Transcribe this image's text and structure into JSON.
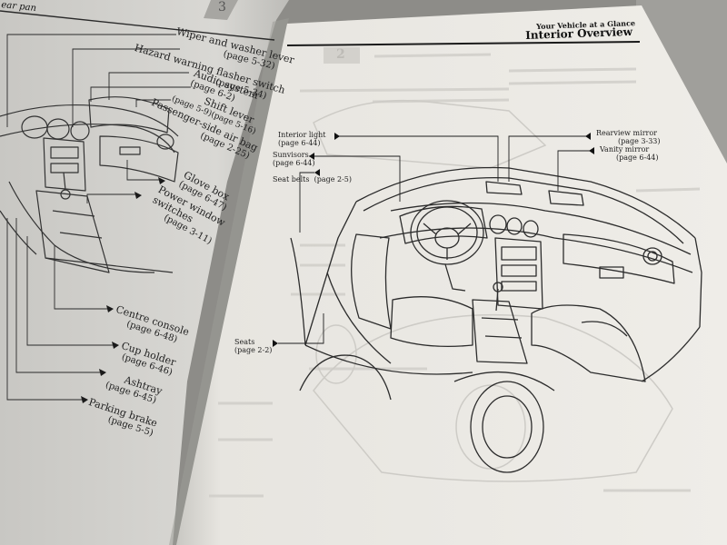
{
  "left_page": {
    "corner_tab": "3",
    "header_fragment": "ear pan",
    "callouts": [
      {
        "name": "Wiper and washer lever",
        "ref": "(page 5-32)"
      },
      {
        "name": "Hazard warning flasher switch",
        "ref": "(page 5-34)"
      },
      {
        "name": "Audio system",
        "ref": "(page 6-2)"
      },
      {
        "name": "Shift lever",
        "ref": "(page 5-9)(page 5-16)"
      },
      {
        "name": "Passenger-side air bag",
        "ref": "(page 2-25)"
      },
      {
        "name": "Glove box",
        "ref": "(page 6-47)"
      },
      {
        "name": "Power window switches",
        "ref": "(page 3-11)"
      },
      {
        "name": "Centre console",
        "ref": "(page 6-48)"
      },
      {
        "name": "Cup holder",
        "ref": "(page 6-46)"
      },
      {
        "name": "Ashtray",
        "ref": "(page 6-45)"
      },
      {
        "name": "Parking brake",
        "ref": "(page 5-5)"
      }
    ]
  },
  "right_page": {
    "running_head": "Your Vehicle at a Glance",
    "section_title": "Interior Overview",
    "chapter_number": "2",
    "callouts": [
      {
        "name": "Interior light",
        "ref": "(page 6-44)"
      },
      {
        "name": "Sunvisors",
        "ref": "(page 6-44)"
      },
      {
        "name": "Seat belts",
        "ref": "(page 2-5)"
      },
      {
        "name": "Rearview mirror",
        "ref": "(page 3-33)"
      },
      {
        "name": "Vanity mirror",
        "ref": "(page 6-44)"
      },
      {
        "name": "Seats",
        "ref": "(page 2-2)"
      }
    ]
  },
  "colors": {
    "background": "#8e8d89",
    "left_paper": "#d6d5d1",
    "right_paper": "#ebe9e4",
    "ink": "#1e1e1e",
    "bleed_through": "#c9c7c2"
  }
}
